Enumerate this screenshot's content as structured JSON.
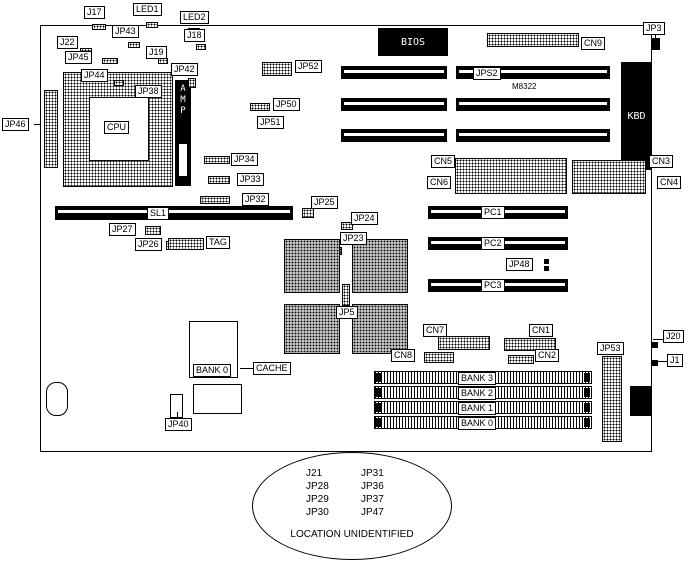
{
  "diagram": {
    "type": "motherboard-layout",
    "labels": {
      "J17": "J17",
      "LED1": "LED1",
      "LED2": "LED2",
      "J22": "J22",
      "JP43": "JP43",
      "J18": "J18",
      "JP45": "JP45",
      "J19": "J19",
      "JP42": "JP42",
      "JP44": "JP44",
      "JP38": "JP38",
      "JP46": "JP46",
      "JP52": "JP52",
      "JP50": "JP50",
      "JP51": "JP51",
      "JP34": "JP34",
      "JP33": "JP33",
      "JP32": "JP32",
      "SL1": "SL1",
      "JP27": "JP27",
      "JP26": "JP26",
      "TAG": "TAG",
      "JP25": "JP25",
      "JP24": "JP24",
      "JP23": "JP23",
      "JP5": "JP5",
      "CPU": "CPU",
      "AMP": "AMP",
      "BIOS": "BIOS",
      "JPS2": "JPS2",
      "M8322": "M8322",
      "CN9": "CN9",
      "JP3": "JP3",
      "KBD": "KBD",
      "CN5": "CN5",
      "CN6": "CN6",
      "CN3": "CN3",
      "CN4": "CN4",
      "PC1": "PC1",
      "PC2": "PC2",
      "PC3": "PC3",
      "JP48": "JP48",
      "CN7": "CN7",
      "CN1": "CN1",
      "CN8": "CN8",
      "CN2": "CN2",
      "JP53": "JP53",
      "J20": "J20",
      "J1": "J1",
      "BANK3": "BANK 3",
      "BANK2": "BANK 2",
      "BANK1": "BANK 1",
      "BANK0": "BANK 0",
      "BANK0_CACHE": "BANK 0",
      "CACHE": "CACHE",
      "JP40": "JP40"
    },
    "unidentified": {
      "left": [
        "J21",
        "JP28",
        "JP29",
        "JP30"
      ],
      "right": [
        "JP31",
        "JP36",
        "JP37",
        "JP47"
      ],
      "caption": "LOCATION UNIDENTIFIED"
    }
  }
}
